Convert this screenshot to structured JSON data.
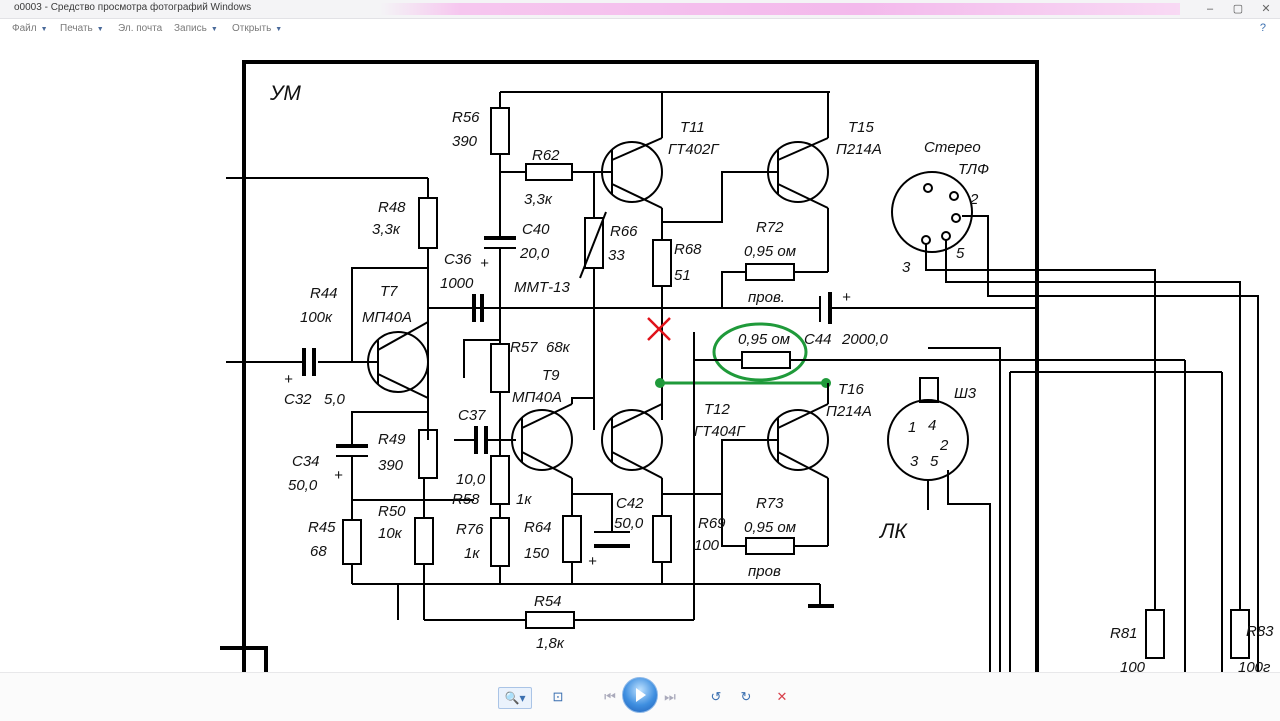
{
  "window": {
    "title": "о0003 - Средство просмотра фотографий Windows",
    "minimize": "–",
    "maximize": "▢",
    "close": "✕"
  },
  "menu": {
    "items": [
      {
        "label": "Файл"
      },
      {
        "label": "Печать"
      },
      {
        "label": "Эл. почта"
      },
      {
        "label": "Запись"
      },
      {
        "label": "Открыть"
      }
    ],
    "help_icon": "?"
  },
  "schematic": {
    "block_title": "УМ",
    "labels": {
      "r56": "R56",
      "r56_val": "390",
      "r62": "R62",
      "r62_val": "3,3к",
      "t11": "Т11",
      "t11_type": "ГТ402Г",
      "t15": "Т15",
      "t15_type": "П214А",
      "stereo": "Стерео",
      "tlf": "ТЛФ",
      "r48": "R48",
      "r48_val": "3,3к",
      "c40": "C40",
      "c40_val": "20,0",
      "r66": "R66",
      "r66_val": "33",
      "r68": "R68",
      "r68_val": "51",
      "r72": "R72",
      "r72_val": "0,95 ом",
      "r72_note": "пров.",
      "c36": "C36",
      "c36_val": "1000",
      "mmt": "ММТ-13",
      "r44": "R44",
      "r44_val": "100к",
      "t7": "Т7",
      "t7_type": "МП40А",
      "c44_res": "0,95 ом",
      "c44": "C44",
      "c44_val": "2000,0",
      "r57": "R57",
      "r57_val": "68к",
      "t9": "Т9",
      "t9_type": "МП40А",
      "t16": "Т16",
      "t16_type": "П214А",
      "c32": "C32",
      "c32_val": "5,0",
      "c37": "C37",
      "t12": "Т12",
      "t12_type": "ГТ404Г",
      "sh3": "Ш3",
      "c34": "C34",
      "c34_val": "50,0",
      "r49": "R49",
      "r49_val": "390",
      "c37_val": "10,0",
      "r58": "R58",
      "r58_val": "1к",
      "c42": "C42",
      "c42_val": "50,0",
      "r73": "R73",
      "r73_val": "0,95 ом",
      "r73_note": "пров",
      "r45": "R45",
      "r45_val": "68",
      "r50": "R50",
      "r50_val": "10к",
      "r76": "R76",
      "r76_val": "1к",
      "r64": "R64",
      "r64_val": "150",
      "r69": "R69",
      "r69_val": "100",
      "lk": "ЛК",
      "r54": "R54",
      "r54_val": "1,8к",
      "r81": "R81",
      "r81_val": "100",
      "r83": "R83",
      "r83_val": "100г",
      "pin2": "2",
      "pin3": "3",
      "pin5": "5",
      "sh3_pin1": "1",
      "sh3_pin4": "4",
      "sh3_pin2": "2",
      "sh3_pin3": "3",
      "sh3_pin5": "5",
      "plus": "+",
      "cross": "✕"
    }
  },
  "toolbar": {
    "zoom_icon": "🔍▾",
    "fit_icon": "⊡",
    "prev_icon": "⏮",
    "next_icon": "⏭",
    "rotate_left_icon": "↺",
    "rotate_right_icon": "↻",
    "delete_icon": "✕"
  }
}
